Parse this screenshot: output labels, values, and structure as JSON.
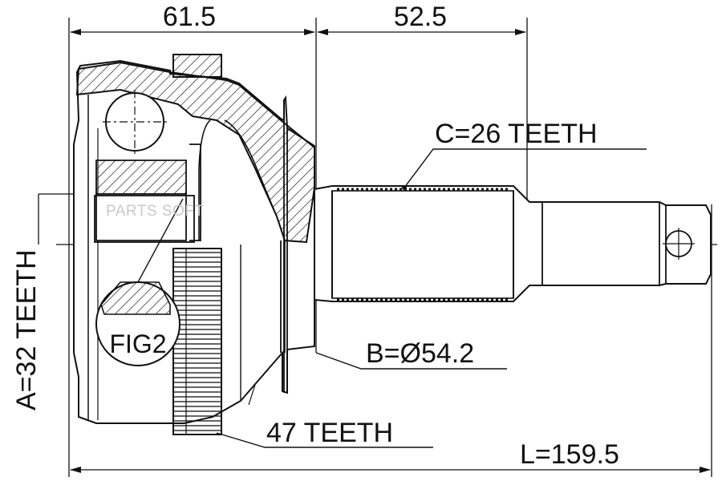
{
  "diagram": {
    "dimensions": {
      "width_left": "61.5",
      "width_right": "52.5",
      "length": "L=159.5"
    },
    "callouts": {
      "spline_outer": "C=26 TEETH",
      "diameter": "B=Ø54.2",
      "abs_ring": "47 TEETH",
      "spline_inner": "A=32 TEETH",
      "detail": "FIG2"
    },
    "watermark": "PARTS SOFT"
  }
}
